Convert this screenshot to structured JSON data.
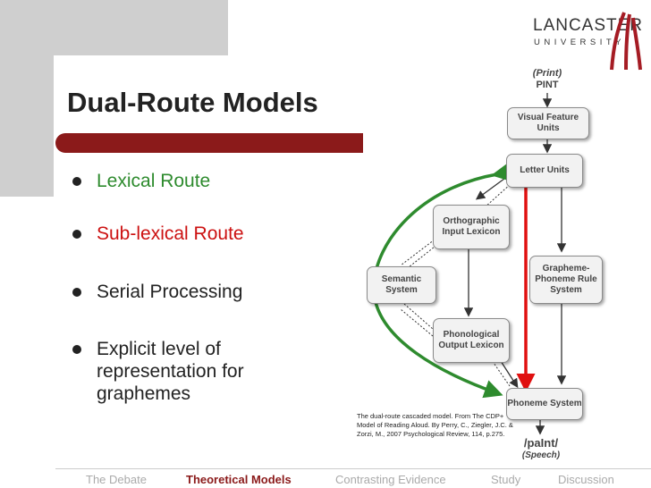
{
  "slide": {
    "title": "Dual-Route Models",
    "bullets": [
      {
        "text": "Lexical Route",
        "color": "#2e8b2e"
      },
      {
        "text": "Sub-lexical Route",
        "color": "#cc1111"
      },
      {
        "text": "Serial Processing"
      },
      {
        "text": "Explicit level of representation for graphemes"
      }
    ]
  },
  "logo": {
    "line1": "LANCASTER",
    "line2": "UNIVERSITY"
  },
  "diagram": {
    "print_label": "(Print)",
    "print_word": "PINT",
    "nodes": {
      "visual": "Visual Feature Units",
      "letter": "Letter Units",
      "orthographic": "Orthographic Input Lexicon",
      "semantic": "Semantic System",
      "phonological": "Phonological Output Lexicon",
      "gpc": "Grapheme-Phoneme Rule System",
      "phoneme": "Phoneme System"
    },
    "speech_word": "/paInt/",
    "speech_label": "(Speech)",
    "caption": "The dual-route cascaded model. From The CDP+ Model of Reading Aloud. By Perry, C., Ziegler, J.C. & Zorzi, M., 2007 Psychological Review, 114, p.275."
  },
  "footer": {
    "items": [
      "The Debate",
      "Theoretical Models",
      "Contrasting Evidence",
      "Study",
      "Discussion"
    ],
    "active": "Theoretical Models",
    "active_color": "#8b1a1a"
  },
  "colors": {
    "accent": "#8b1a1a",
    "lexical": "#2e8b2e",
    "sublexical": "#e01010"
  }
}
